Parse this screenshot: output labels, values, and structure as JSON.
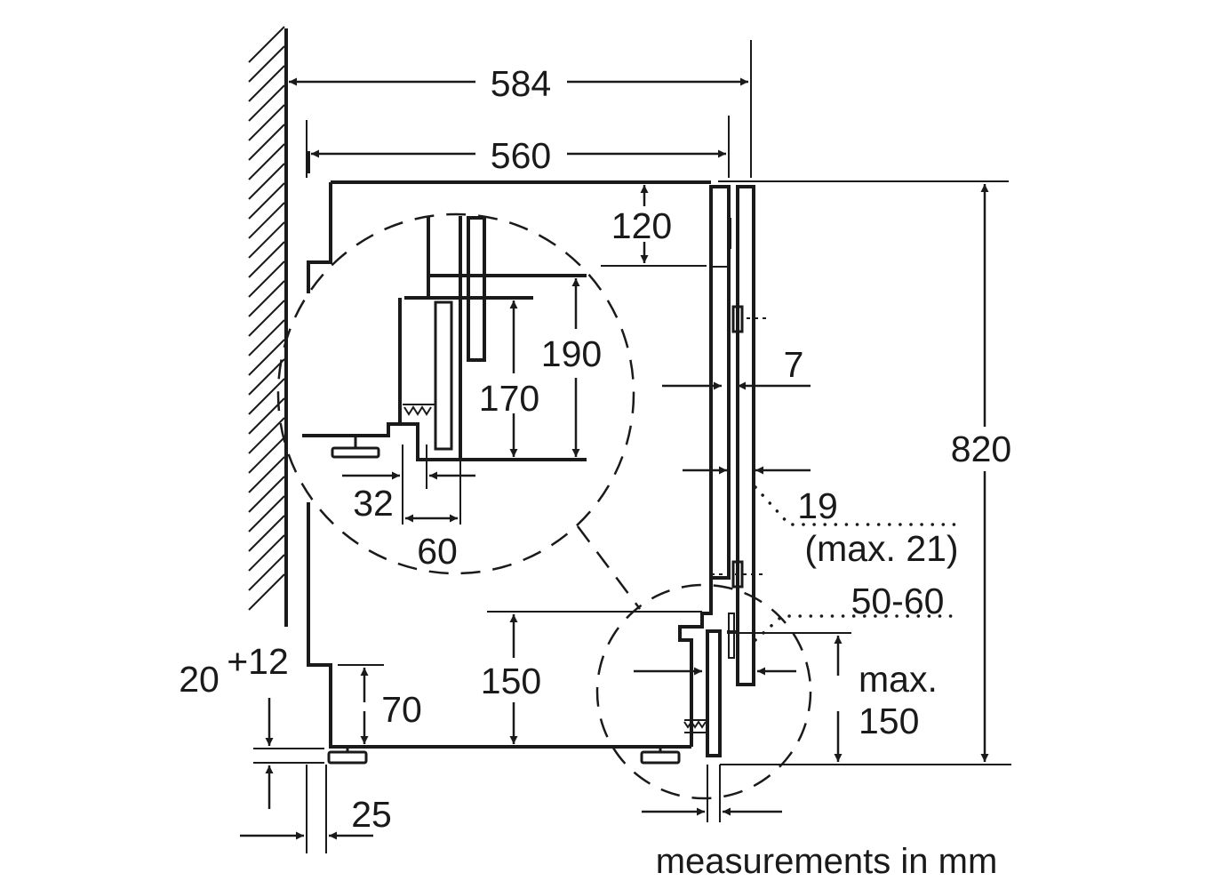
{
  "diagram": {
    "title": "Built-in installation dimensions",
    "dimensions": {
      "overall_width": "584",
      "appliance_width": "560",
      "top_offset": "120",
      "hinge_height": "190",
      "hinge_inner": "170",
      "panel_gap": "7",
      "height": "820",
      "panel_thickness": "19",
      "panel_thickness_max": "(max. 21)",
      "plinth_depth": "50-60",
      "plinth_height_max_1": "max.",
      "plinth_height_max_2": "150",
      "recess_height": "150",
      "foot_height": "70",
      "height_adjust_base": "20",
      "height_adjust_plus": "+12",
      "hinge_offset": "32",
      "hinge_width": "60",
      "rear_gap": "25"
    },
    "footnote": "measurements in mm"
  }
}
